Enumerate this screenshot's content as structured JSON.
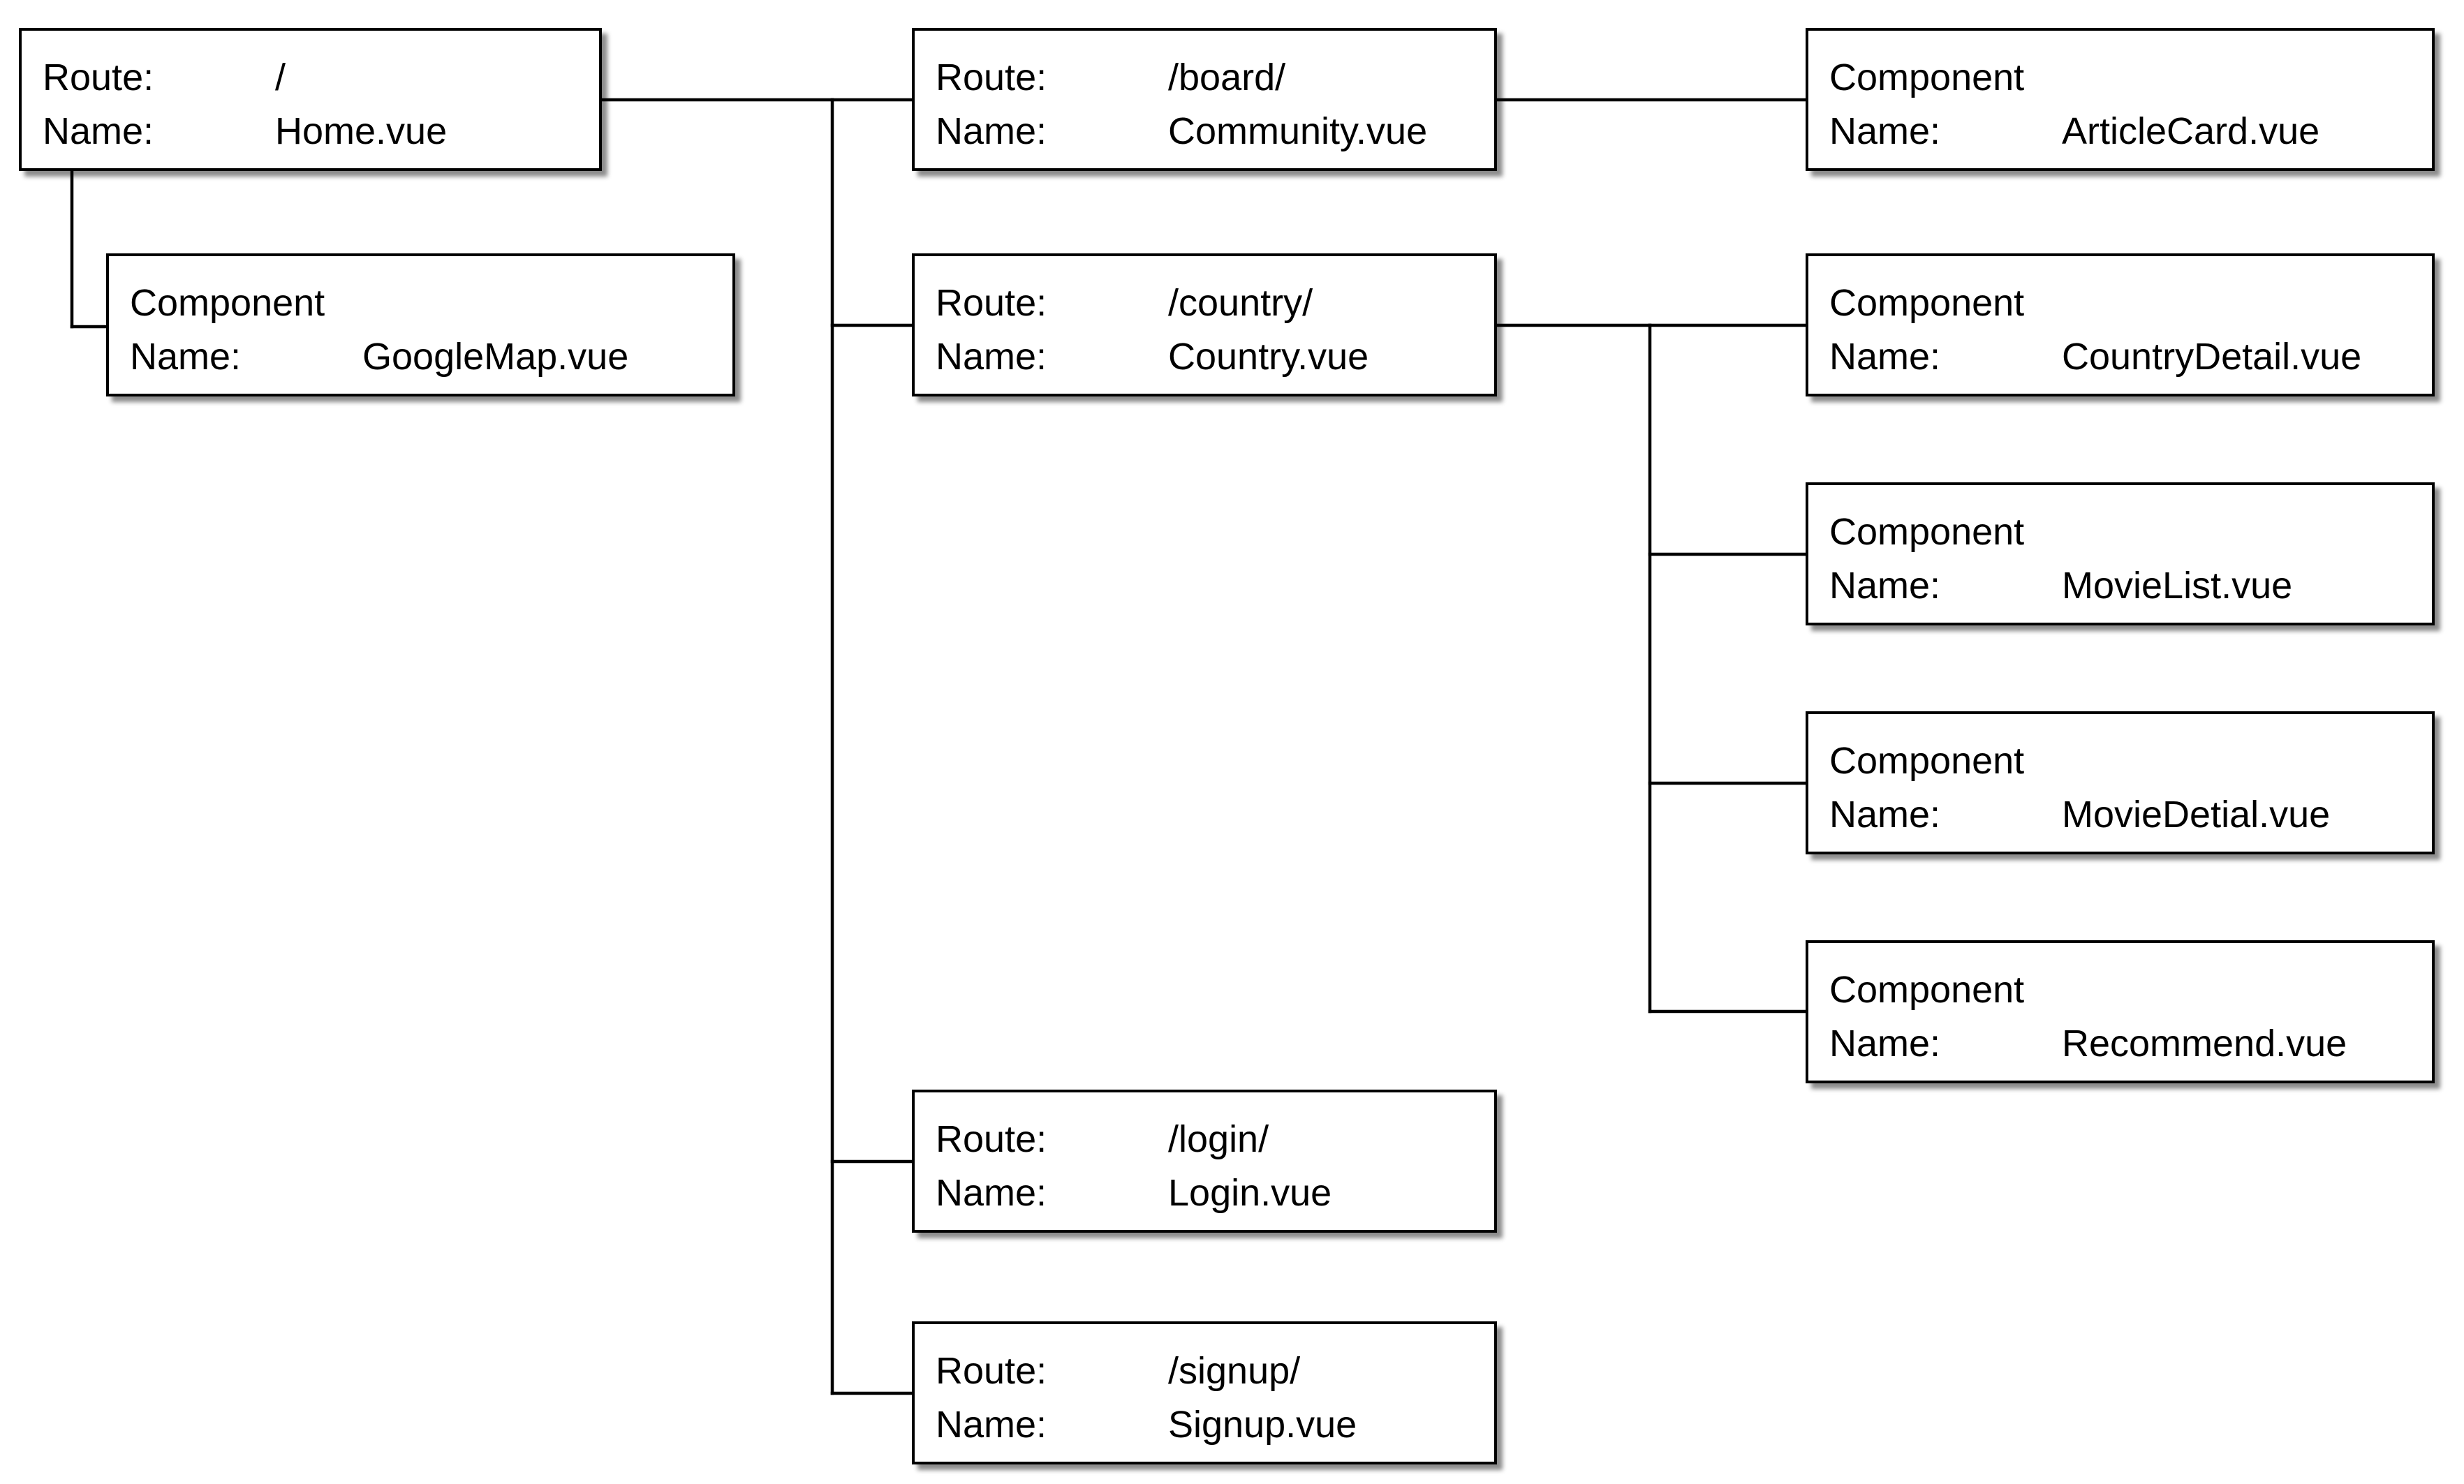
{
  "nodes": {
    "home": {
      "line1_label": "Route:",
      "line1_value": "/",
      "line2_label": "Name:",
      "line2_value": "Home.vue"
    },
    "googlemap": {
      "line1_label": "Component",
      "line2_label": "Name:",
      "line2_value": "GoogleMap.vue"
    },
    "board": {
      "line1_label": "Route:",
      "line1_value": "/board/",
      "line2_label": "Name:",
      "line2_value": "Community.vue"
    },
    "articlecard": {
      "line1_label": "Component",
      "line2_label": "Name:",
      "line2_value": "ArticleCard.vue"
    },
    "country": {
      "line1_label": "Route:",
      "line1_value": "/country/",
      "line2_label": "Name:",
      "line2_value": "Country.vue"
    },
    "countrydetail": {
      "line1_label": "Component",
      "line2_label": "Name:",
      "line2_value": "CountryDetail.vue"
    },
    "movielist": {
      "line1_label": "Component",
      "line2_label": "Name:",
      "line2_value": "MovieList.vue"
    },
    "moviedetial": {
      "line1_label": "Component",
      "line2_label": "Name:",
      "line2_value": "MovieDetial.vue"
    },
    "recommend": {
      "line1_label": "Component",
      "line2_label": "Name:",
      "line2_value": "Recommend.vue"
    },
    "login": {
      "line1_label": "Route:",
      "line1_value": "/login/",
      "line2_label": "Name:",
      "line2_value": "Login.vue"
    },
    "signup": {
      "line1_label": "Route:",
      "line1_value": "/signup/",
      "line2_label": "Name:",
      "line2_value": "Signup.vue"
    }
  },
  "edges": [
    {
      "from": "Home.vue",
      "to": "GoogleMap.vue"
    },
    {
      "from": "Home.vue",
      "to": "Community.vue"
    },
    {
      "from": "Home.vue",
      "to": "Country.vue"
    },
    {
      "from": "Home.vue",
      "to": "Login.vue"
    },
    {
      "from": "Home.vue",
      "to": "Signup.vue"
    },
    {
      "from": "Community.vue",
      "to": "ArticleCard.vue"
    },
    {
      "from": "Country.vue",
      "to": "CountryDetail.vue"
    },
    {
      "from": "Country.vue",
      "to": "MovieList.vue"
    },
    {
      "from": "Country.vue",
      "to": "MovieDetial.vue"
    },
    {
      "from": "Country.vue",
      "to": "Recommend.vue"
    }
  ],
  "colors": {
    "line": "#000000",
    "box_fill": "#ffffff",
    "text": "#000000"
  }
}
